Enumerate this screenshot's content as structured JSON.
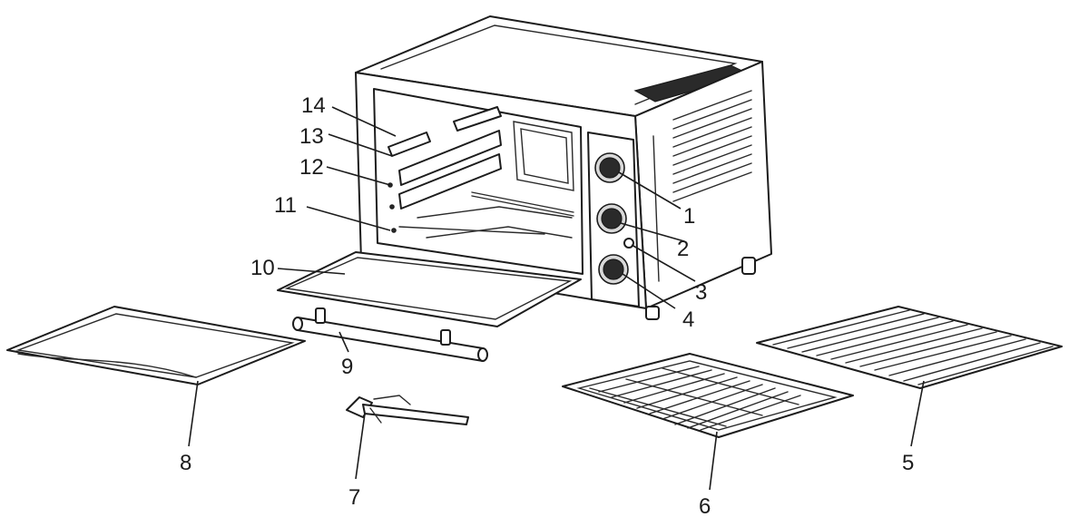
{
  "diagram": {
    "callouts": {
      "c1": "1",
      "c2": "2",
      "c3": "3",
      "c4": "4",
      "c5": "5",
      "c6": "6",
      "c7": "7",
      "c8": "8",
      "c9": "9",
      "c10": "10",
      "c11": "11",
      "c12": "12",
      "c13": "13",
      "c14": "14"
    },
    "colors": {
      "line": "#1c1c1c",
      "background": "#ffffff"
    }
  }
}
